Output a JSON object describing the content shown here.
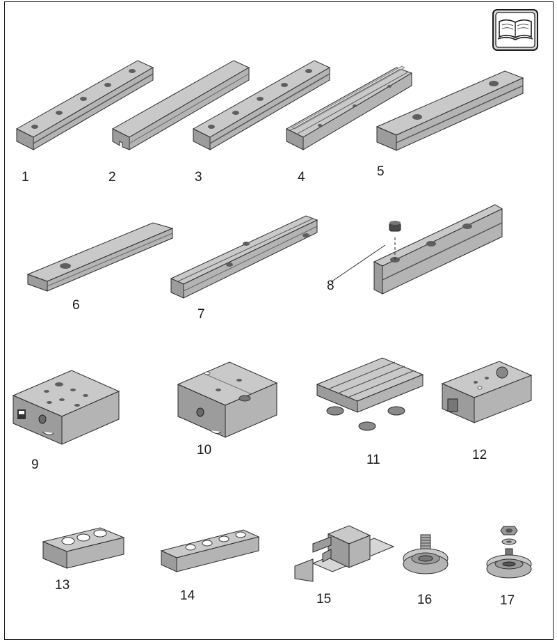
{
  "manual_icon": "open-book-icon",
  "labels": {
    "p1": "1",
    "p2": "2",
    "p3": "3",
    "p4": "4",
    "p5": "5",
    "p6": "6",
    "p7": "7",
    "p8": "8",
    "p9": "9",
    "p10": "10",
    "p11": "11",
    "p12": "12",
    "p13": "13",
    "p14": "14",
    "p15": "15",
    "p16": "16",
    "p17": "17"
  },
  "colors": {
    "metal_top": "#c9c9c9",
    "metal_front": "#9c9c9c",
    "metal_side": "#b4b4b4",
    "outline": "#2a2a2a",
    "hole": "#5e5e5e"
  }
}
